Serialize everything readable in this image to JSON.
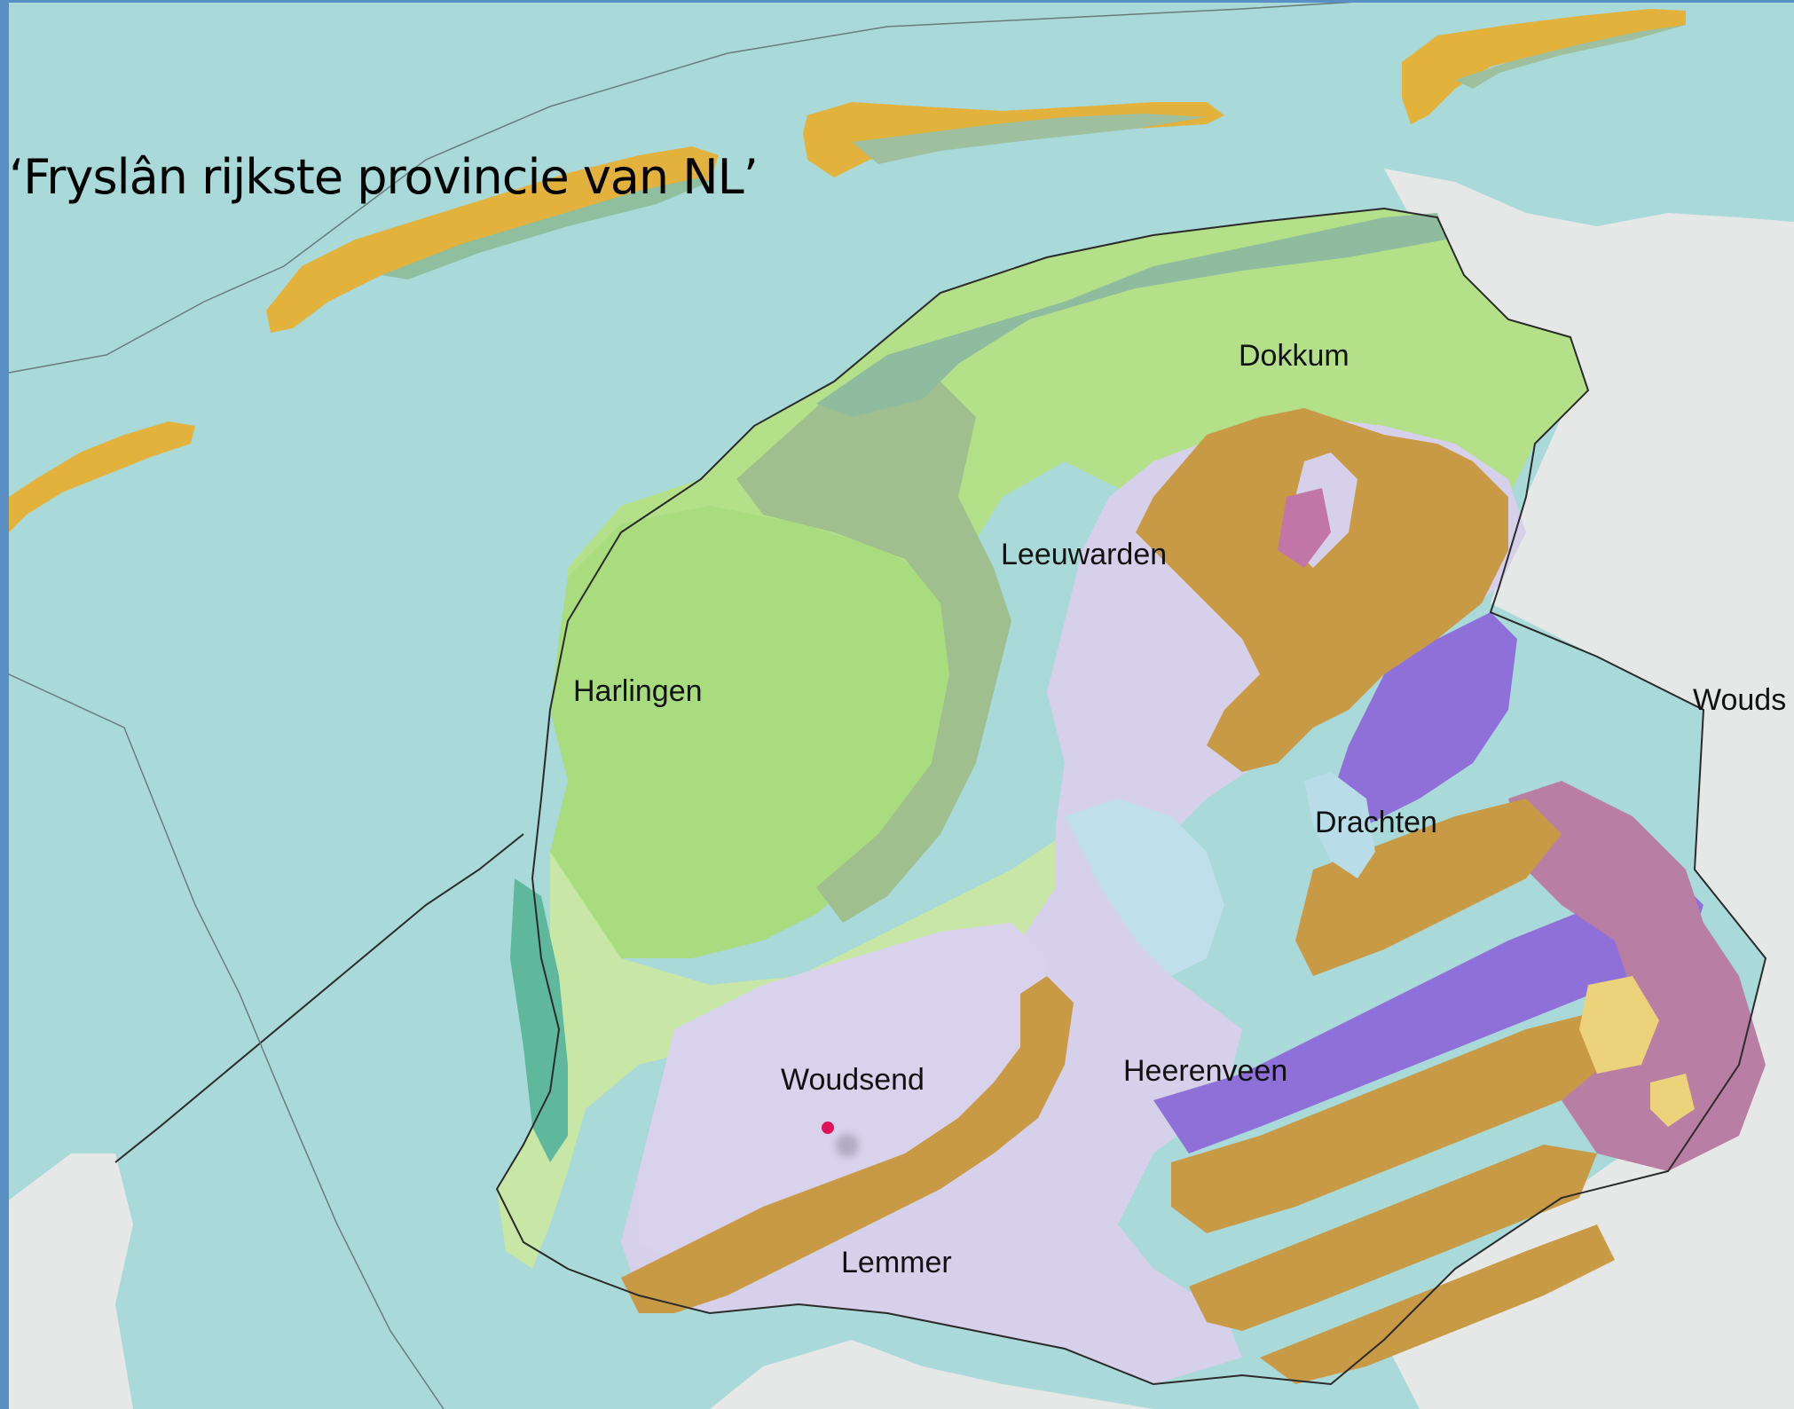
{
  "title": "‘Fryslân rijkste provincie van NL’",
  "places": [
    {
      "id": "dokkum",
      "name": "Dokkum"
    },
    {
      "id": "leeuwarden",
      "name": "Leeuwarden"
    },
    {
      "id": "harlingen",
      "name": "Harlingen"
    },
    {
      "id": "drachten",
      "name": "Drachten"
    },
    {
      "id": "woudsend",
      "name": "Woudsend"
    },
    {
      "id": "heerenveen",
      "name": "Heerenveen"
    },
    {
      "id": "lemmer",
      "name": "Lemmer"
    },
    {
      "id": "woudsend-cut",
      "name": "Wouds"
    }
  ],
  "colors": {
    "sea": "#a9d9d9",
    "land_outside": "#e6e8e8",
    "clay_green": "#a9dc7e",
    "clay_light": "#c4e6a0",
    "clay_dark": "#8cb88c",
    "sand_orange": "#c99a45",
    "peat_lilac": "#d6d0ea",
    "violet": "#8f6fd8",
    "mauve": "#b97ea4",
    "dune_yellow": "#e3b23c",
    "marker": "#e0125c"
  }
}
